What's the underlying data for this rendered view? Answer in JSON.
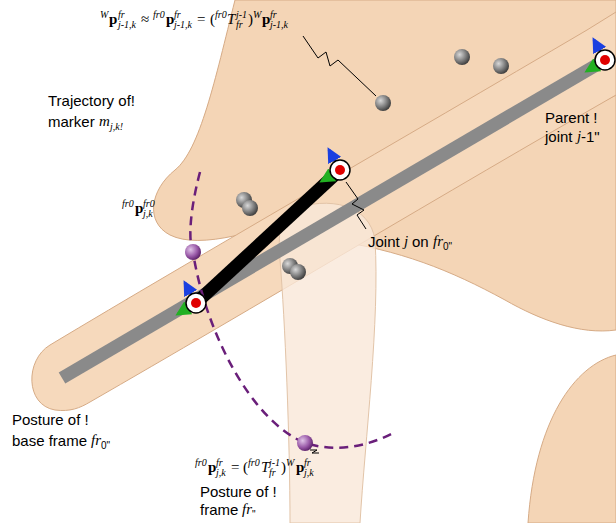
{
  "diagram": {
    "labels": [
      "W",
      "p",
      "fr",
      "j-1,k",
      "≈",
      "fr0",
      "p",
      "fr",
      "j-1,k",
      "=",
      "(",
      "fr0",
      "T",
      "j-1",
      "fr",
      ")",
      "W",
      "p",
      "fr",
      "j-1,k",
      "fr0",
      "p",
      "fr0",
      "j,k",
      "fr0",
      "p",
      "fr",
      "j,k",
      "=",
      "(",
      "fr0",
      "T",
      "j-1",
      "fr",
      ")",
      "W",
      "p",
      "fr",
      "j,k",
      "Trajectory of!",
      "marker",
      "m",
      "j,k!",
      "Joint",
      "j",
      "on",
      "fr",
      "0\"",
      "Parent !",
      "joint",
      "j",
      "-1\"",
      "Posture of !",
      "base frame",
      "fr",
      "0\"",
      "Posture of !",
      "frame",
      "fr",
      "\""
    ]
  }
}
